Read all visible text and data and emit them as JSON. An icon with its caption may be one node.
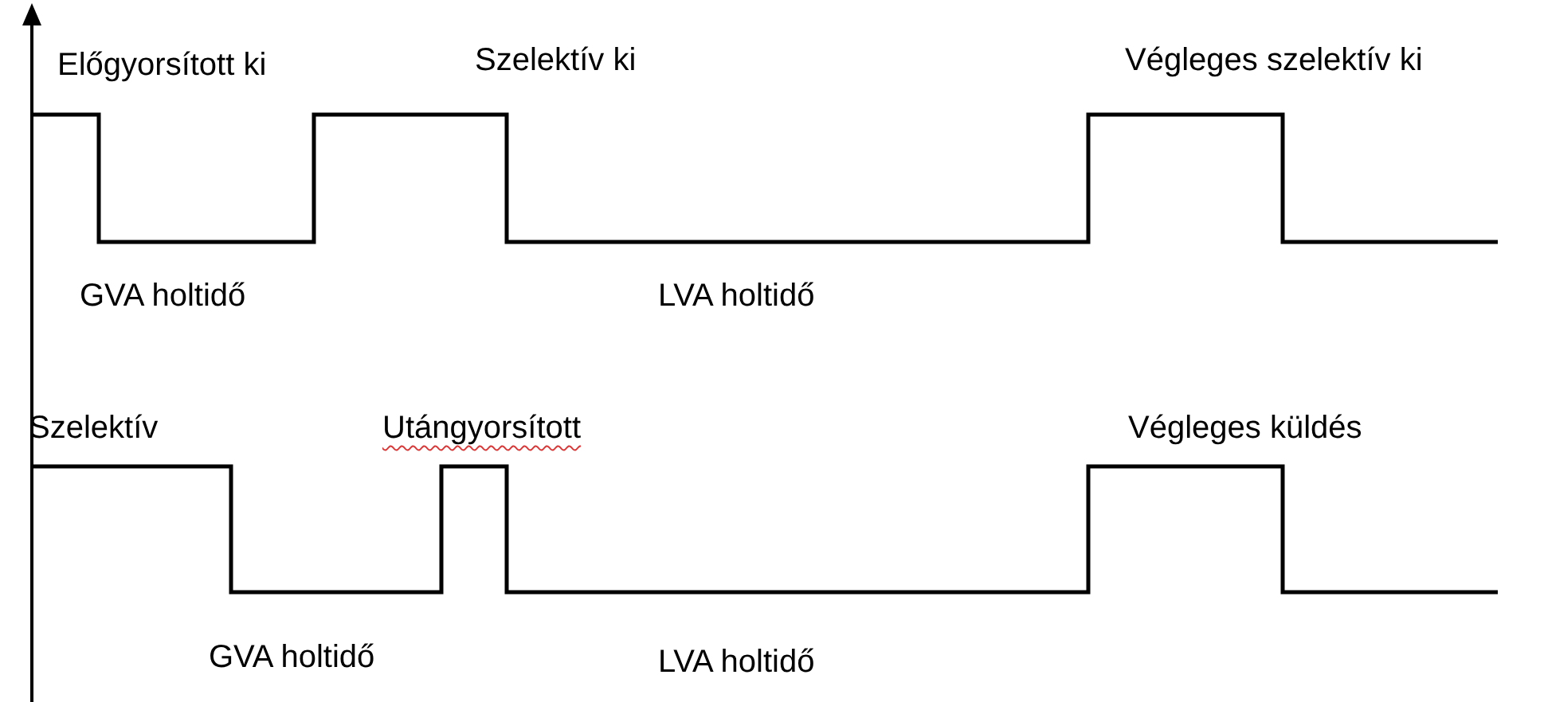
{
  "diagram": {
    "labels": [
      "Előgyorsított ki",
      "Szelektív ki",
      "Végleges szelektív ki",
      "GVA holtidő",
      "LVA holtidő",
      "Szelektív",
      "Utángyorsított",
      "Végleges küldés",
      "GVA holtidő",
      "LVA holtidő"
    ]
  }
}
